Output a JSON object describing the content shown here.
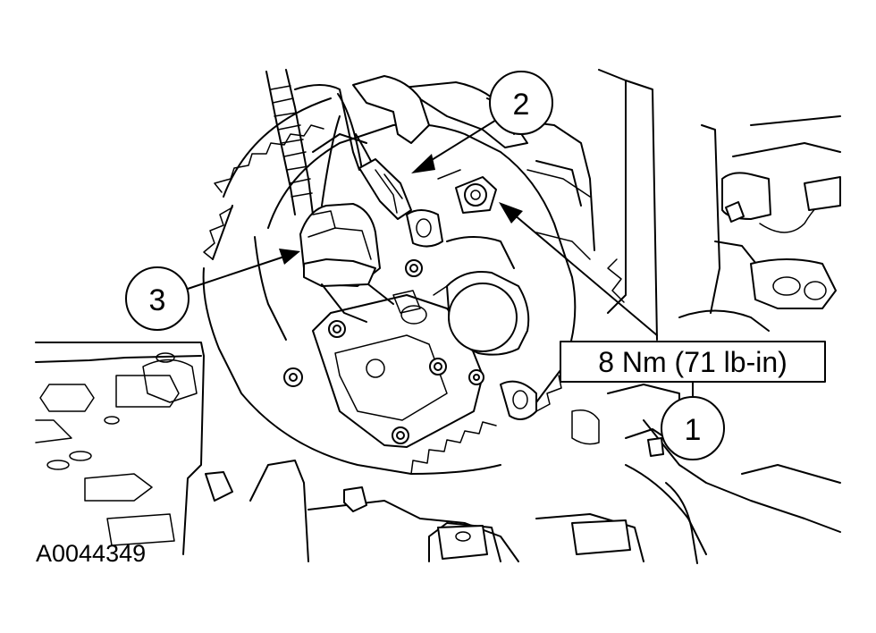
{
  "figure": {
    "id": "A0044349"
  },
  "callouts": [
    {
      "number": "1",
      "description": ""
    },
    {
      "number": "2",
      "description": ""
    },
    {
      "number": "3",
      "description": ""
    }
  ],
  "torque_spec": "8 Nm (71 lb-in)"
}
